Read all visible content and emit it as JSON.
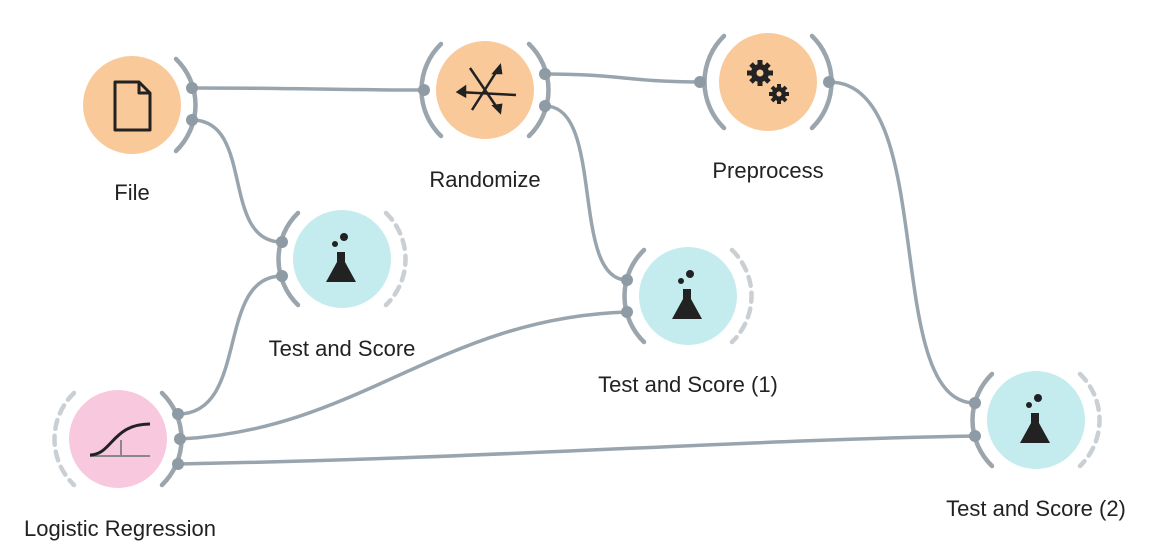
{
  "nodes": {
    "file": {
      "label": "File",
      "icon": "document-icon",
      "color": "#f9c99a"
    },
    "randomize": {
      "label": "Randomize",
      "icon": "shuffle-arrows-icon",
      "color": "#f9c99a"
    },
    "preprocess": {
      "label": "Preprocess",
      "icon": "gears-icon",
      "color": "#f9c99a"
    },
    "test_score": {
      "label": "Test and Score",
      "icon": "flask-icon",
      "color": "#c4ecef"
    },
    "test_score_1": {
      "label": "Test and Score (1)",
      "icon": "flask-icon",
      "color": "#c4ecef"
    },
    "test_score_2": {
      "label": "Test and Score (2)",
      "icon": "flask-icon",
      "color": "#c4ecef"
    },
    "logistic_regression": {
      "label": "Logistic Regression",
      "icon": "sigmoid-curve-icon",
      "color": "#f8c9de"
    }
  },
  "links": [
    {
      "from": "file",
      "to": "randomize"
    },
    {
      "from": "file",
      "to": "test_score"
    },
    {
      "from": "randomize",
      "to": "preprocess"
    },
    {
      "from": "randomize",
      "to": "test_score_1"
    },
    {
      "from": "preprocess",
      "to": "test_score_2"
    },
    {
      "from": "logistic_regression",
      "to": "test_score"
    },
    {
      "from": "logistic_regression",
      "to": "test_score_1"
    },
    {
      "from": "logistic_regression",
      "to": "test_score_2"
    }
  ],
  "colors": {
    "link": "#98a5ae",
    "anchor": "#8f9ba4",
    "arc_solid": "#9aa5ad",
    "arc_dashed": "#c9cfd3"
  }
}
